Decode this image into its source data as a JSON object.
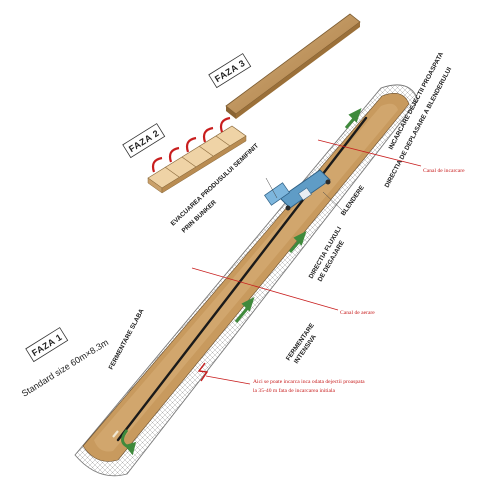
{
  "phases": {
    "faza1": "FAZA 1",
    "faza2": "FAZA 2",
    "faza3": "FAZA 3"
  },
  "standard_size": "Standard size  60m×8.3m",
  "labels": {
    "evacuare_line1": "EVACUAREA PRODUSULUI SEMIFINIT",
    "evacuare_line2": "PRIN BUNKER",
    "incarcare": "INCARCARE DEJECTII PROASPATA",
    "directia_deplasare": "DIRECTIA DE DEPLASARE A BLENDERULUI",
    "blendere": "BLENDERE",
    "directia_fluxului_line1": "DIRECTIA FLUXULI",
    "directia_fluxului_line2": "DE DEGAJARE",
    "fermentare_slaba": "FERMENTARE SLABA",
    "fermentare_intensiva_line1": "FERMENTARE",
    "fermentare_intensiva_line2": "INTENSIVA"
  },
  "red_notes": {
    "canal_incarcare": "Canal de incarcare",
    "canal_aerare": "Canal de aerare",
    "note_line1": "Aici se poate incarca inca odata dejectii proaspata",
    "note_line2": "la 35-40 m fata de incarcarea initiala"
  },
  "colors": {
    "compost": "#c89a5e",
    "wall": "#cfcfcf",
    "red": "#c81e1e",
    "green_arrow": "#3f8a3c",
    "blender": "#5f9cc6"
  }
}
